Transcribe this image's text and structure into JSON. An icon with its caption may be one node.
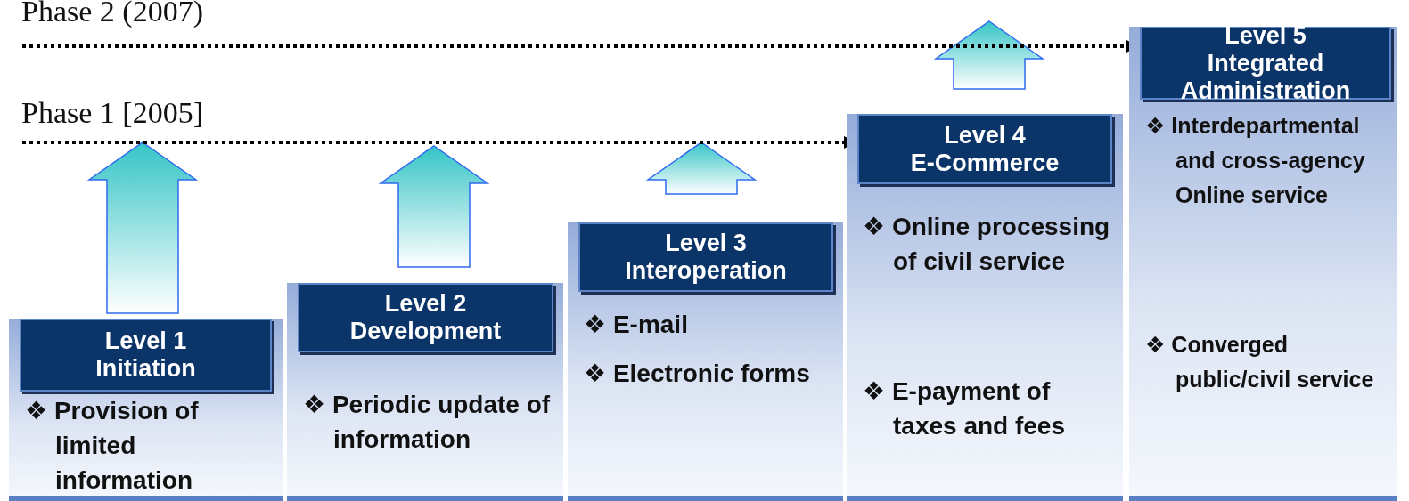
{
  "diagram": {
    "nodes": [
      {
        "text": [
          "❖ Provision of limited information"
        ]
      },
      {
        "text": [
          "Level 1",
          "Initiation"
        ],
        "in": 0
      },
      {
        "text": [
          "❖ Periodic update of information"
        ]
      },
      {
        "text": [
          "Level 2",
          "Development"
        ],
        "in": 2
      },
      {
        "text": [
          "❖ E-mail",
          "❖ Electronic forms"
        ]
      },
      {
        "text": [
          "Level 3",
          "Interoperation"
        ],
        "in": 4
      },
      {
        "text": [
          "❖ Online processing of civil service",
          "❖ E-payment of taxes and fees"
        ]
      },
      {
        "text": [
          "Level 4",
          "E-Commerce"
        ],
        "in": 6
      },
      {
        "text": [
          "❖ Interdepartmental and cross-agency Online service",
          "❖ Converged public/civil service"
        ]
      },
      {
        "text": [
          "Level 5",
          "Integrated Administration"
        ],
        "in": 8
      }
    ],
    "edges": [
      {
        "from": null,
        "to": 9,
        "arrow": "to",
        "style": "dashed"
      },
      {
        "from": null,
        "to": 7,
        "arrow": "to",
        "style": "dashed"
      }
    ],
    "labels": [
      "Phase 2 (2007)",
      "Phase 1 [2005]"
    ]
  }
}
